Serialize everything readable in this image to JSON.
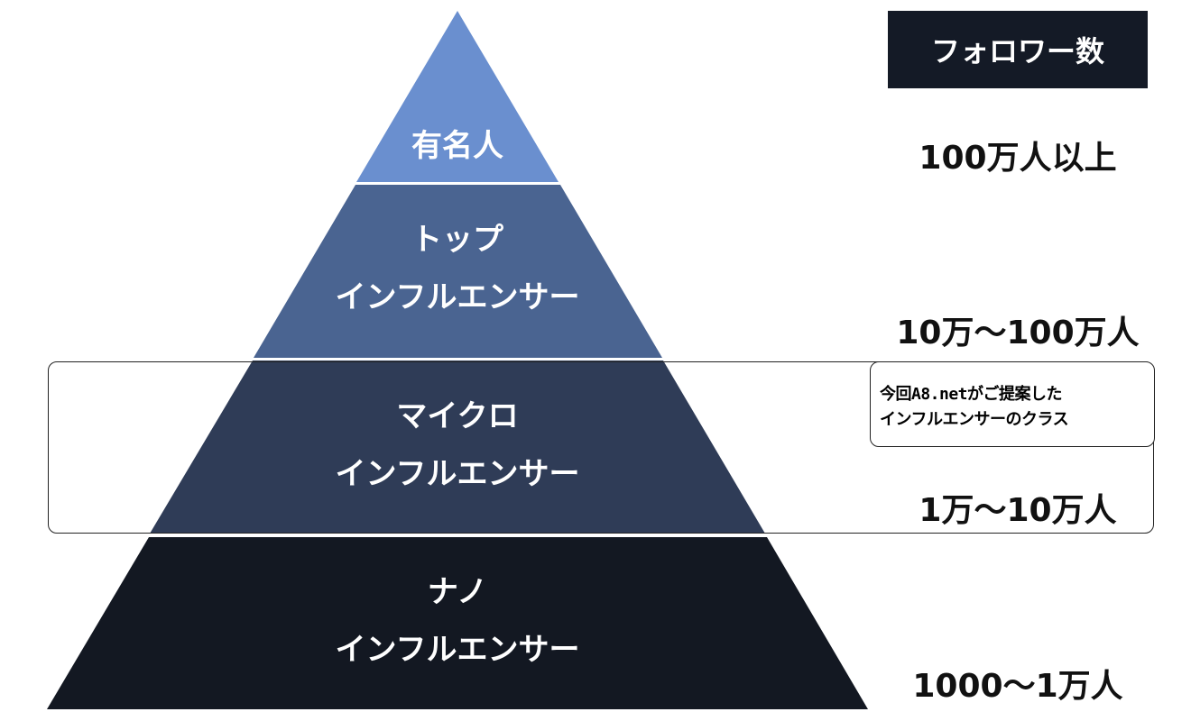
{
  "header": {
    "title": "フォロワー数"
  },
  "tiers": [
    {
      "lines": [
        "有名人"
      ],
      "count": "100万人以上",
      "color": "#6a8fcf"
    },
    {
      "lines": [
        "トップ",
        "インフルエンサー"
      ],
      "count": "10万〜100万人",
      "color": "#4a6491"
    },
    {
      "lines": [
        "マイクロ",
        "インフルエンサー"
      ],
      "count": "1万〜10万人",
      "color": "#2f3c57"
    },
    {
      "lines": [
        "ナノ",
        "インフルエンサー"
      ],
      "count": "1000〜1万人",
      "color": "#131822"
    }
  ],
  "note": {
    "lines": [
      "今回A8.netがご提案した",
      "インフルエンサーのクラス"
    ]
  }
}
